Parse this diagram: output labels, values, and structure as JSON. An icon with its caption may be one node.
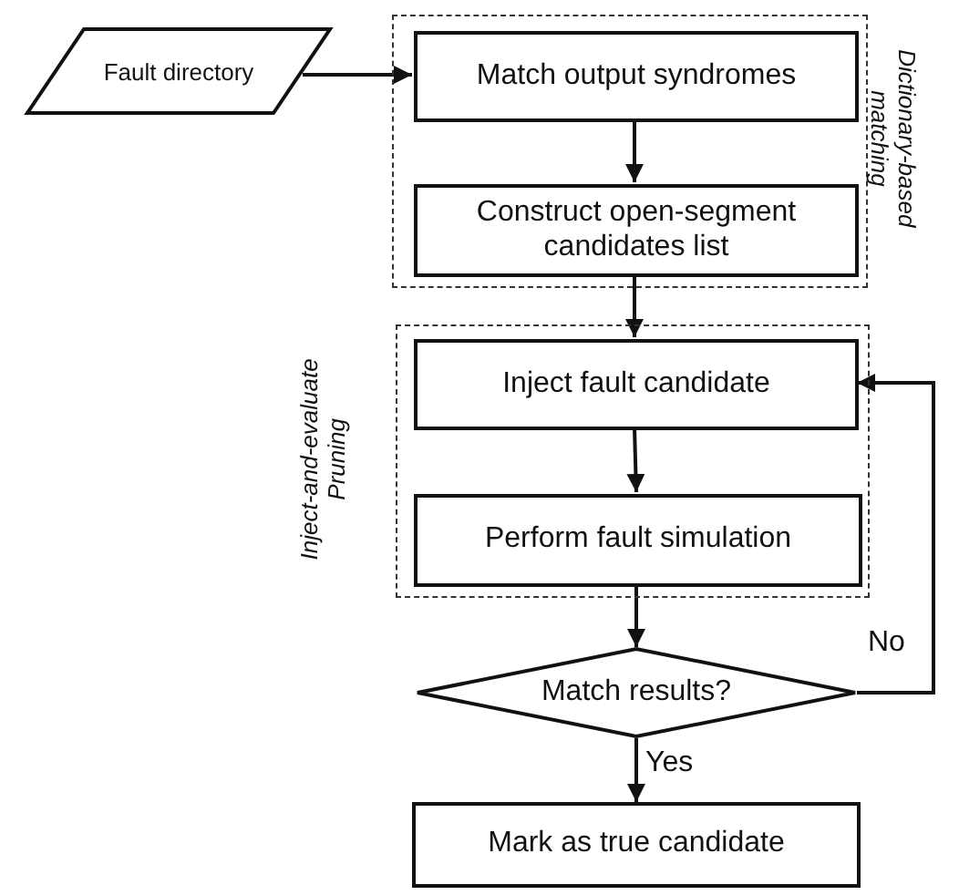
{
  "diagram": {
    "nodes": [
      {
        "text": [
          "Fault directory"
        ]
      },
      {
        "text": [
          "Dictionary-based matching"
        ]
      },
      {
        "text": [
          "Match output syndromes"
        ],
        "in": 1
      },
      {
        "text": [
          "Construct open-segment candidates list"
        ],
        "in": 1
      },
      {
        "text": [
          "Inject-and-evaluate Pruning"
        ]
      },
      {
        "text": [
          "Inject fault candidate"
        ],
        "in": 4
      },
      {
        "text": [
          "Perform fault simulation"
        ],
        "in": 4
      },
      {
        "text": [
          "Match results?"
        ]
      },
      {
        "text": [
          "Mark as true candidate"
        ]
      }
    ],
    "edges": [
      {
        "from": 0,
        "to": 2,
        "arrow": "to"
      },
      {
        "from": 2,
        "to": 3,
        "arrow": "to"
      },
      {
        "from": 3,
        "to": 5,
        "arrow": "to"
      },
      {
        "from": 5,
        "to": 6,
        "arrow": "to"
      },
      {
        "from": 6,
        "to": 7,
        "arrow": "to"
      },
      {
        "from": 7,
        "to": 5,
        "label": "No",
        "arrow": "to"
      },
      {
        "from": 7,
        "to": 8,
        "label": "Yes",
        "arrow": "to"
      }
    ]
  }
}
